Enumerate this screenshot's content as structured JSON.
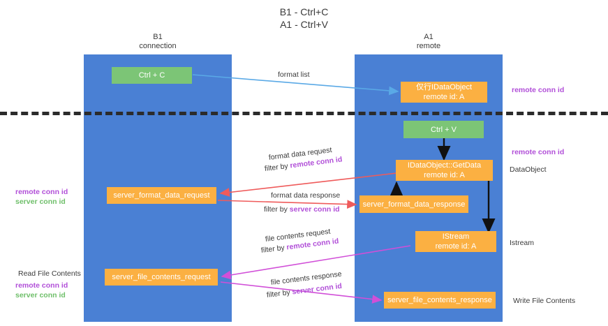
{
  "title": {
    "line1": "B1 - Ctrl+C",
    "line2": "A1 - Ctrl+V"
  },
  "lanes": [
    {
      "id": "b1",
      "name": "B1",
      "role": "connection"
    },
    {
      "id": "a1",
      "name": "A1",
      "role": "remote"
    }
  ],
  "boxes": {
    "ctrl_c": "Ctrl + C",
    "ctrl_v": "Ctrl + V",
    "idataobject_title": "仅行IDataObject",
    "idataobject_sub": "remote id: A",
    "getdata_title": "IDataObject::GetData",
    "getdata_sub": "remote id: A",
    "istream_title": "IStream",
    "istream_sub": "remote id: A",
    "server_format_data_request": "server_format_data_request",
    "server_format_data_response": "server_format_data_response",
    "server_file_contents_request": "server_file_contents_request",
    "server_file_contents_response": "server_file_contents_response"
  },
  "flow_labels": {
    "format_list": "format list",
    "format_data_request": "format data request",
    "format_data_request_filter_prefix": "filter by ",
    "format_data_request_filter_key": "remote conn id",
    "format_data_response": "format data response",
    "format_data_response_filter_prefix": "filter by ",
    "format_data_response_filter_key": "server conn id",
    "file_contents_request": "file contents request",
    "file_contents_request_filter_prefix": "filter by ",
    "file_contents_request_filter_key": "remote conn id",
    "file_contents_response": "file contents response",
    "file_contents_response_filter_prefix": "filter by ",
    "file_contents_response_filter_key": "server conn id"
  },
  "right_annotations": [
    {
      "text": "remote conn id",
      "color": "purple"
    },
    {
      "text": "remote conn id",
      "color": "purple"
    },
    {
      "text": "DataObject",
      "color": "dark"
    },
    {
      "text": "Istream",
      "color": "dark"
    },
    {
      "text": "Write File Contents",
      "color": "dark"
    }
  ],
  "left_annotations": [
    {
      "text": "remote conn id",
      "color": "purple"
    },
    {
      "text": "server conn id",
      "color": "green"
    },
    {
      "text": "Read File Contents",
      "color": "dark"
    },
    {
      "text": "remote conn id",
      "color": "purple"
    },
    {
      "text": "server conn id",
      "color": "green"
    }
  ],
  "colors": {
    "lane": "#4a80d4",
    "green_box": "#7cc576",
    "orange_box": "#fbb042",
    "arrow_blue": "#5aa9e6",
    "arrow_red": "#ef5b5b",
    "arrow_magenta": "#d14fd8",
    "arrow_black": "#111111",
    "purple_text": "#b14fd8",
    "green_text": "#6fbf6a",
    "divider": "#2b2b2b"
  }
}
